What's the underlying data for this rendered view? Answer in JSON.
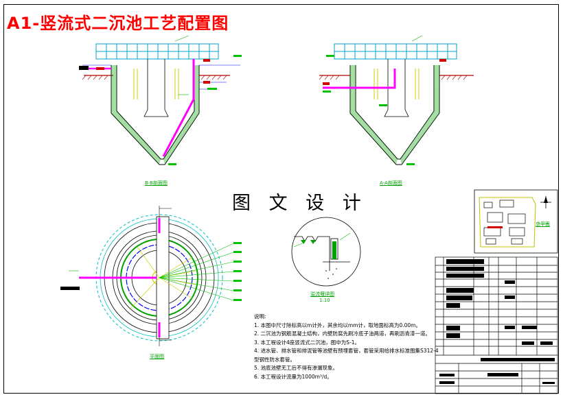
{
  "title": "A1-竖流式二沉池工艺配置图",
  "center_title": "图 文 设 计",
  "captions": {
    "section_bb": "B-B剖面图",
    "section_aa": "A-A剖面图",
    "plan": "平面图",
    "detail": "溢流堰详图",
    "detail_scale": "1:10",
    "site": "总平面"
  },
  "notes": {
    "heading": "说明:",
    "items": [
      "1. 本图中尺寸除标高以m计外，其余均以mm计，取地面标高为0.00m。",
      "2. 二沉池为钢筋混凝土结构，内壁防腐先刷冷底子油两道，再刷沥青漆一道。",
      "3. 本工程设计4座竖流式二沉池，图中为S-1。",
      "4. 进水管、排水管和排泥管等池壁有预埋套管，套管采用给排水标准图集S312-4型钢性防水套管。",
      "5. 池底池壁无工后不得有渗漏现象。",
      "6. 本工程设计流量为1000m³/d。"
    ]
  },
  "colors": {
    "title": "#ff0000",
    "pipe": "#ff00ff",
    "tank_outline": "#00a0a0",
    "concrete": "#00a000",
    "dimension": "#0000ff",
    "weir": "#00c0c0",
    "leader": "#00b000"
  },
  "icons": [
    "north-arrow-icon"
  ]
}
